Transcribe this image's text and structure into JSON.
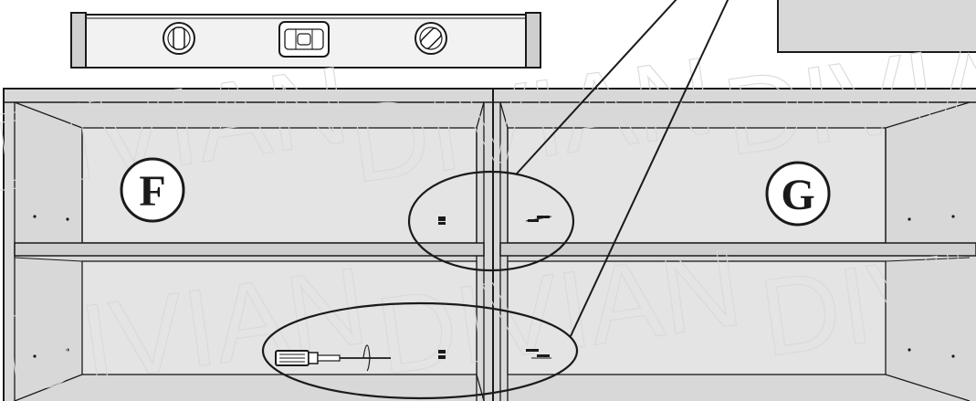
{
  "diagram": {
    "panel_labels": {
      "left": "F",
      "right": "G"
    },
    "watermark": "DIVIAN",
    "colors": {
      "panel_fill": "#d8d8d8",
      "panel_inner": "#e6e6e6",
      "line": "#1a1a1a",
      "watermark": "#d9d9d9"
    },
    "icons": [
      "spirit-level-icon",
      "screwdriver-icon",
      "screw-icon",
      "callout-ellipse"
    ]
  }
}
